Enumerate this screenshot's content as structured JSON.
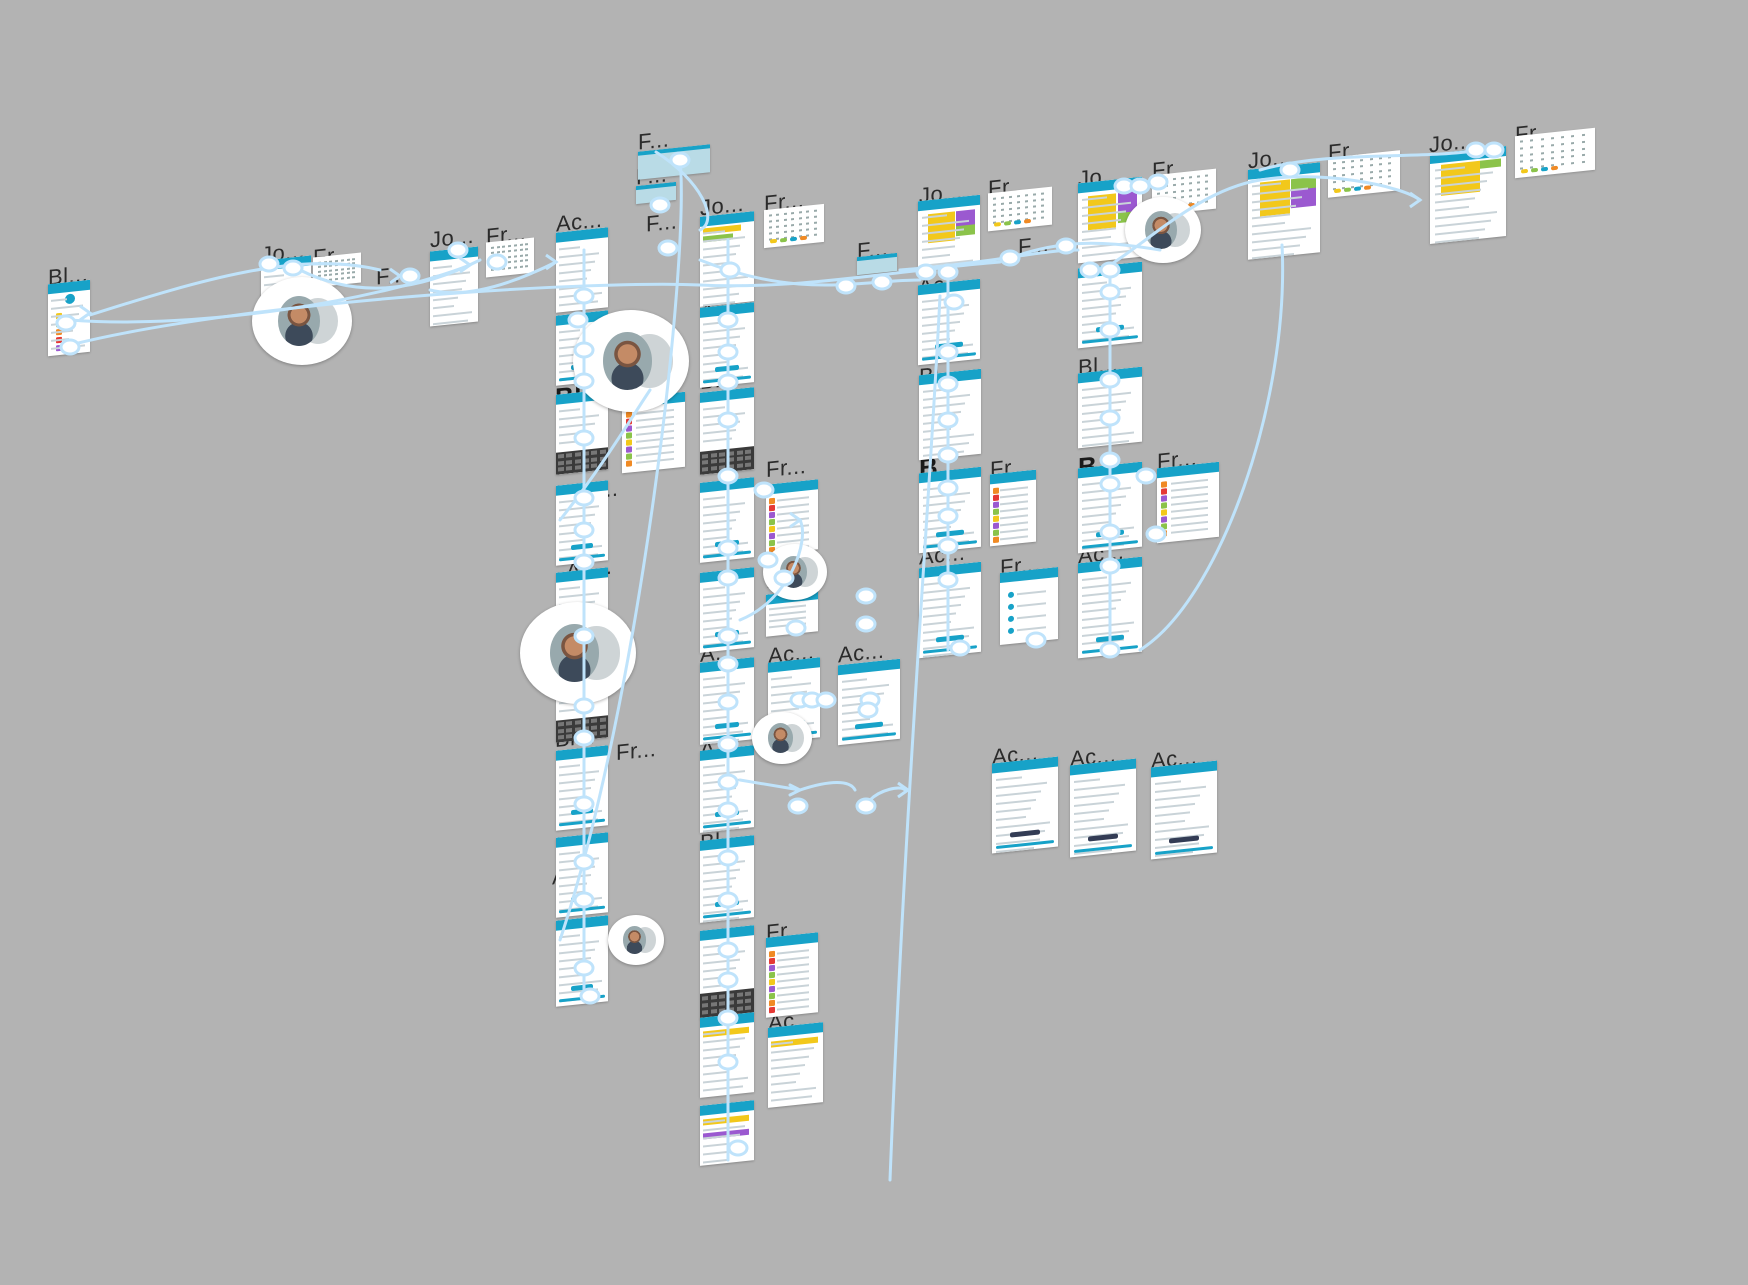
{
  "canvas": {
    "background": "#b3b3b3",
    "accent": "#17a2c8",
    "connector": "#bfe3fb"
  },
  "labels": [
    "Bl...",
    "Jo...",
    "Fr...",
    "F...",
    "Jo...",
    "Fr...",
    "Ac...",
    "F...",
    "F...",
    "F...",
    "Jo...",
    "Fr...",
    "Bl...",
    "Bl...",
    "Ac...",
    "Ac...",
    "Bl...",
    "Fr...",
    "Ac...",
    "A...",
    "A...",
    "Bl...",
    "Fr...",
    "Ac...",
    "A...",
    "Bl...",
    "Fr...",
    "Fr...",
    "Ac...",
    "Ac...",
    "Ac...",
    "F...",
    "Jo...",
    "Fr...",
    "Ac...",
    "Bl...",
    "B...",
    "Fr...",
    "Ac...",
    "Fr...",
    "F...",
    "Jo...",
    "Fr...",
    "Bl...",
    "B...",
    "Fr...",
    "Ac...",
    "Jo...",
    "Fr...",
    "Jo...",
    "Fr...",
    "Ac...",
    "Ac...",
    "Ac..."
  ],
  "icons": {
    "avatar": "user-avatar-icon",
    "connector": "flow-connector-icon",
    "arrow": "arrow-right-icon"
  },
  "colors": {
    "yellow": "#f2c81b",
    "purple": "#9b59d0",
    "green": "#8bc34a",
    "orange": "#f08a24",
    "red": "#e53935",
    "dark_button": "#333c55",
    "keyboard": "#3a3a3a"
  }
}
